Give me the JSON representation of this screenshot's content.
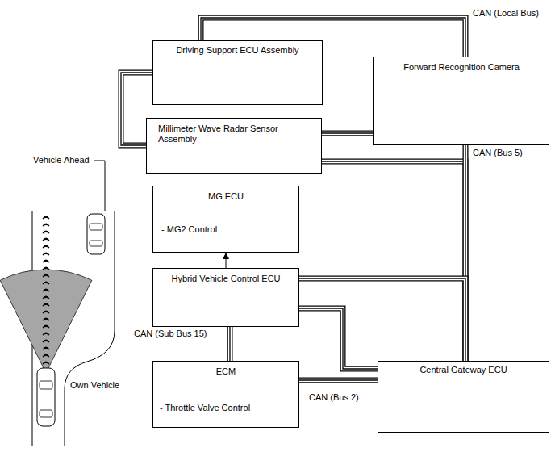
{
  "diagram": {
    "nodes": [
      {
        "text": [
          "Driving Support ECU Assembly"
        ]
      },
      {
        "text": [
          "Forward Recognition Camera"
        ]
      },
      {
        "text": [
          "Millimeter Wave Radar Sensor Assembly"
        ]
      },
      {
        "text": [
          "MG ECU",
          "- MG2 Control"
        ]
      },
      {
        "text": [
          "Hybrid Vehicle Control ECU"
        ]
      },
      {
        "text": [
          "ECM",
          "- Throttle Valve Control"
        ]
      },
      {
        "text": [
          "Central Gateway ECU"
        ]
      }
    ],
    "edges": [
      {
        "from": 0,
        "to": 1,
        "arrow": "none"
      },
      {
        "from": 0,
        "to": 2,
        "arrow": "none"
      },
      {
        "from": 1,
        "to": 2,
        "arrow": "none"
      },
      {
        "from": 2,
        "to": 6,
        "arrow": "none"
      },
      {
        "from": 1,
        "to": 6,
        "arrow": "none"
      },
      {
        "from": 4,
        "to": 6,
        "arrow": "none"
      },
      {
        "from": 4,
        "to": 3,
        "arrow": "to"
      },
      {
        "from": 4,
        "to": 5,
        "arrow": "none"
      },
      {
        "from": 5,
        "to": 6,
        "arrow": "none"
      },
      {
        "from": 4,
        "to": 6,
        "arrow": "none"
      }
    ],
    "labels": [
      "CAN (Local Bus)",
      "CAN (Bus 5)",
      "CAN (Sub Bus 15)",
      "CAN (Bus 2)",
      "Vehicle Ahead",
      "Own Vehicle"
    ]
  }
}
